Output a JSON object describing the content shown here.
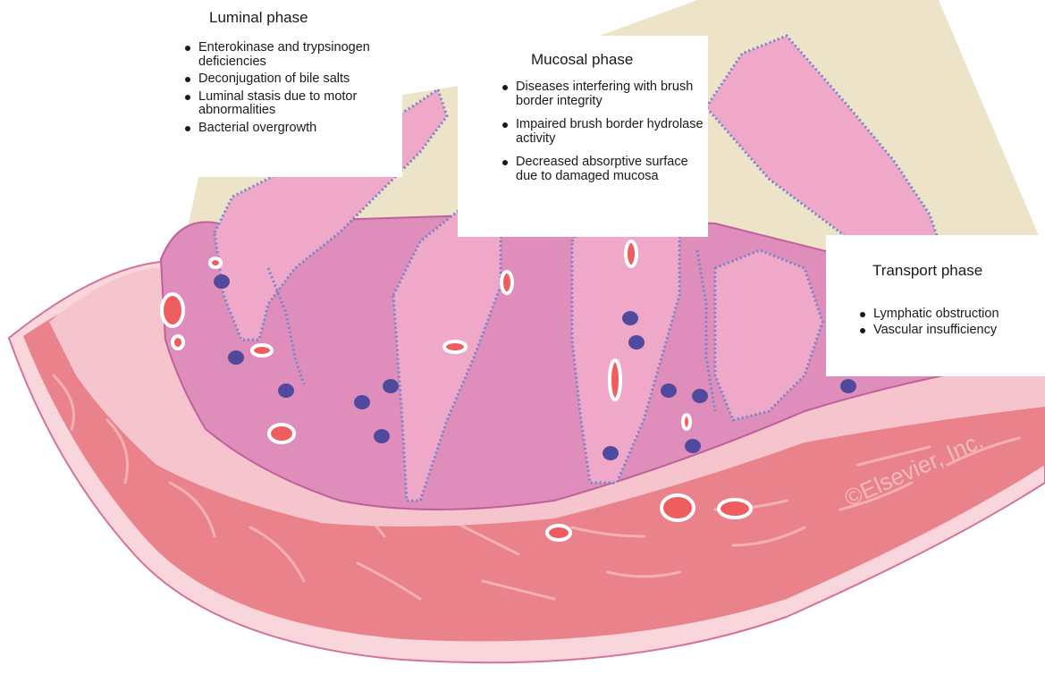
{
  "phases": {
    "luminal": {
      "title": "Luminal phase",
      "items": [
        "Enterokinase and trypsinogen deficiencies",
        "Deconjugation of bile salts",
        "Luminal stasis due to motor abnormalities",
        "Bacterial overgrowth"
      ]
    },
    "mucosal": {
      "title": "Mucosal phase",
      "items": [
        "Diseases interfering with brush border integrity",
        "Impaired brush border hydrolase activity",
        "Decreased absorptive surface due to damaged mucosa"
      ]
    },
    "transport": {
      "title": "Transport phase",
      "items": [
        "Lymphatic obstruction",
        "Vascular insufficiency"
      ]
    }
  },
  "watermark": "©Elsevier, Inc.",
  "colors": {
    "lumen": "#ede3c8",
    "mucosa": "#df8dbb",
    "villus": "#f0a8c8",
    "epithelial_cells": "#6d86cc",
    "submucosa": "#f6c4cc",
    "muscularis": "#e9828a",
    "serosa": "#f9d6dc",
    "nuclei": "#4f4a9e",
    "vessels": "#ef5e5e"
  }
}
